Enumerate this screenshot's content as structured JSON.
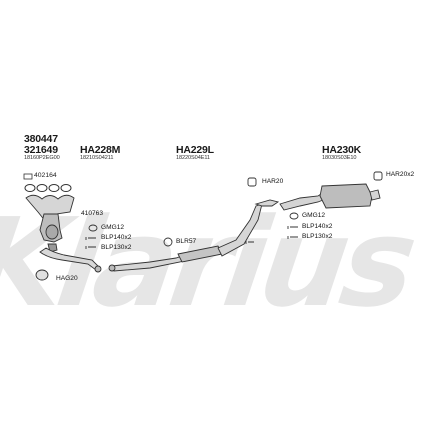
{
  "watermark": {
    "text": "Klarius",
    "color": "#e2e2e2"
  },
  "colors": {
    "line": "#333333",
    "part_fill": "#cfcfcf",
    "part_dark": "#8a8a8a"
  },
  "groups": [
    {
      "code": "380447"
    },
    {
      "code": "321649",
      "sub": "18160P2EG00"
    },
    {
      "code": "HA228M",
      "sub": "18210S04211"
    },
    {
      "code": "HA229L",
      "sub": "18220S04E11"
    },
    {
      "code": "HA230K",
      "sub": "18030S03E10"
    }
  ],
  "gasket_ref": "402164",
  "parts": {
    "p410763": "410763",
    "gmg12_a": "GMG12",
    "blp140_a": "BLP140x2",
    "blp130_a": "BLP130x2",
    "blr57": "BLR57",
    "hag20": "HAG20",
    "har20": "HAR20",
    "har20x2": "HAR20x2",
    "gmg12_b": "GMG12",
    "blp140_b": "BLP140x2",
    "blp130_b": "BLP130x2"
  }
}
